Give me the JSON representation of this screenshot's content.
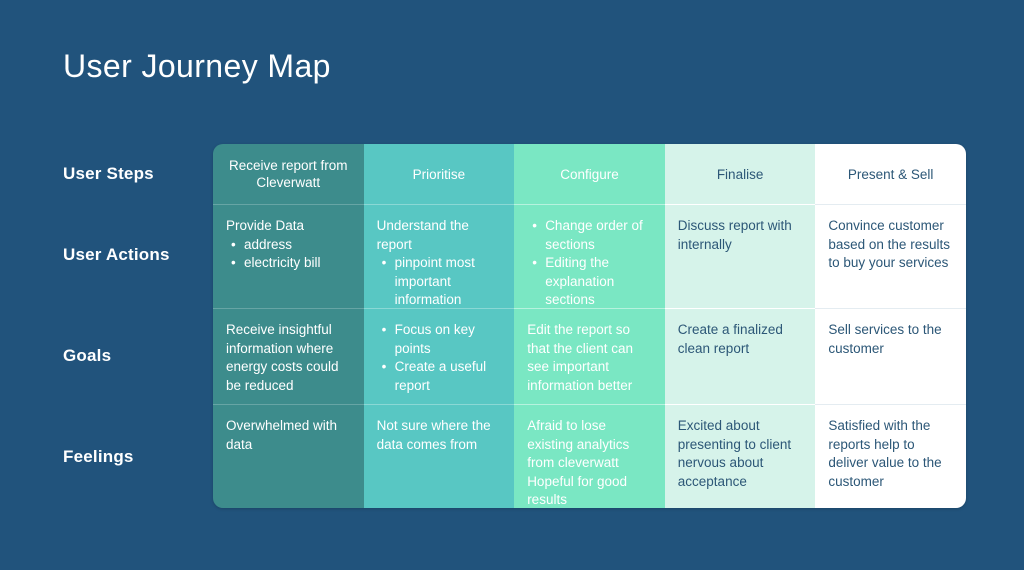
{
  "page": {
    "title": "User Journey Map",
    "background_color": "#21537c",
    "title_color": "#ffffff"
  },
  "row_labels": [
    {
      "label": "User Steps"
    },
    {
      "label": "User Actions"
    },
    {
      "label": "Goals"
    },
    {
      "label": "Feelings"
    }
  ],
  "columns": [
    {
      "color": "#3d8c8c",
      "text_color": "#ffffff",
      "header": "Receive report from Cleverwatt",
      "actions": {
        "lead": "Provide Data",
        "bullets": [
          "address",
          "electricity bill"
        ]
      },
      "goals": {
        "lead": "Receive insightful information where energy costs could be reduced",
        "bullets": []
      },
      "feelings": {
        "lead": "Overwhelmed with data",
        "bullets": []
      }
    },
    {
      "color": "#58c7c3",
      "text_color": "#ffffff",
      "header": "Prioritise",
      "actions": {
        "lead": "Understand the report",
        "bullets": [
          "pinpoint most important information"
        ]
      },
      "goals": {
        "lead": "",
        "bullets": [
          "Focus on key points",
          "Create a useful report"
        ]
      },
      "feelings": {
        "lead": "Not sure where the data comes from",
        "bullets": []
      }
    },
    {
      "color": "#7ae7c3",
      "text_color": "#ffffff",
      "header": "Configure",
      "actions": {
        "lead": "",
        "bullets": [
          "Change order of sections",
          "Editing the explanation sections"
        ]
      },
      "goals": {
        "lead": "Edit the report so that the client can see important information better",
        "bullets": []
      },
      "feelings": {
        "lead": "Afraid to lose existing analytics from cleverwatt Hopeful for good results",
        "bullets": []
      }
    },
    {
      "color": "#d6f3ea",
      "text_color": "#2c5777",
      "header": "Finalise",
      "actions": {
        "lead": "Discuss report with internally",
        "bullets": []
      },
      "goals": {
        "lead": "Create a finalized clean report",
        "bullets": []
      },
      "feelings": {
        "lead": "Excited about presenting to client nervous about acceptance",
        "bullets": []
      }
    },
    {
      "color": "#ffffff",
      "text_color": "#2c5777",
      "header": "Present & Sell",
      "actions": {
        "lead": "Convince customer based on the results to buy your services",
        "bullets": []
      },
      "goals": {
        "lead": "Sell services to the customer",
        "bullets": []
      },
      "feelings": {
        "lead": "Satisfied with the reports help to deliver value to the customer",
        "bullets": []
      }
    }
  ]
}
